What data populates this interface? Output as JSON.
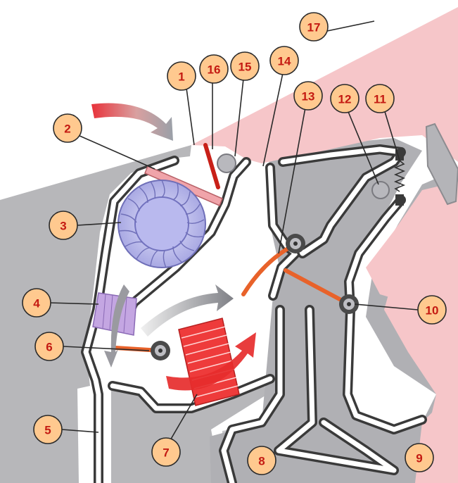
{
  "colors": {
    "background": "#ffffff",
    "body": "#b7b7ba",
    "skin": "#f6c6c9",
    "wall": "#3a3a3a",
    "flap": "#e8622a",
    "fan": "#c9c9f2",
    "heater": "#ee3b3b",
    "callout_fill": "#ffc98f",
    "callout_text": "#c41a12"
  },
  "callouts": [
    {
      "id": 1,
      "label": "1"
    },
    {
      "id": 2,
      "label": "2"
    },
    {
      "id": 3,
      "label": "3"
    },
    {
      "id": 4,
      "label": "4"
    },
    {
      "id": 5,
      "label": "5"
    },
    {
      "id": 6,
      "label": "6"
    },
    {
      "id": 7,
      "label": "7"
    },
    {
      "id": 8,
      "label": "8"
    },
    {
      "id": 9,
      "label": "9"
    },
    {
      "id": 10,
      "label": "10"
    },
    {
      "id": 11,
      "label": "11"
    },
    {
      "id": 12,
      "label": "12"
    },
    {
      "id": 13,
      "label": "13"
    },
    {
      "id": 14,
      "label": "14"
    },
    {
      "id": 15,
      "label": "15"
    },
    {
      "id": 16,
      "label": "16"
    },
    {
      "id": 17,
      "label": "17"
    }
  ]
}
